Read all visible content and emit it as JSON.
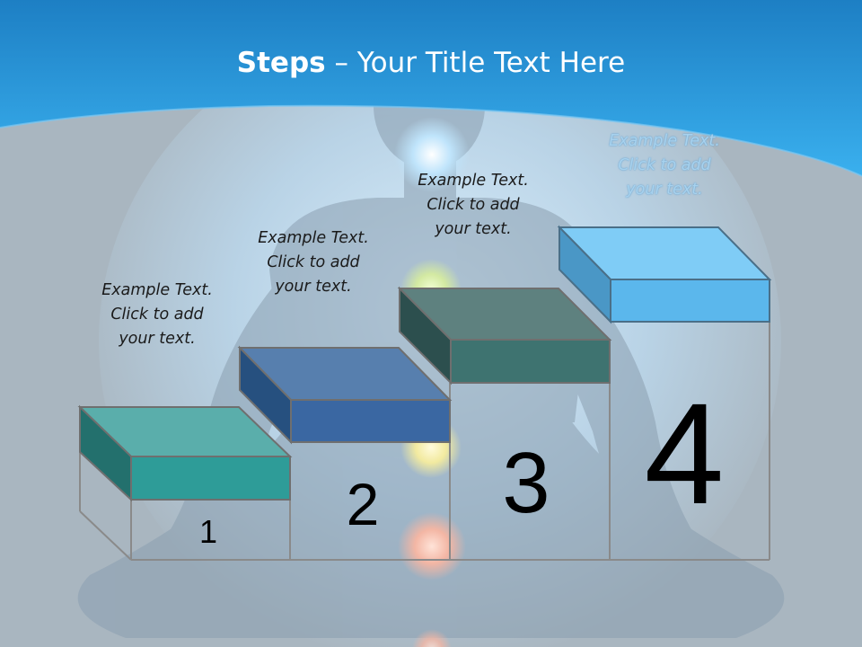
{
  "title": {
    "bold": "Steps",
    "rest": " – Your Title Text Here"
  },
  "steps": [
    {
      "number": "1",
      "lines": [
        "Example Text.",
        "Click  to add",
        "your text."
      ],
      "color": "#2e9c98"
    },
    {
      "number": "2",
      "lines": [
        "Example Text.",
        "Click  to add",
        "your text."
      ],
      "color": "#3a67a2"
    },
    {
      "number": "3",
      "lines": [
        "Example Text.",
        "Click  to add",
        "your text."
      ],
      "color": "#3e7370"
    },
    {
      "number": "4",
      "lines": [
        "Example Text.",
        "Click  to add",
        "your text."
      ],
      "color": "#5bb7ec"
    }
  ],
  "colors": {
    "header_blue": "#2a95d8",
    "background": "#a9b6c0"
  }
}
